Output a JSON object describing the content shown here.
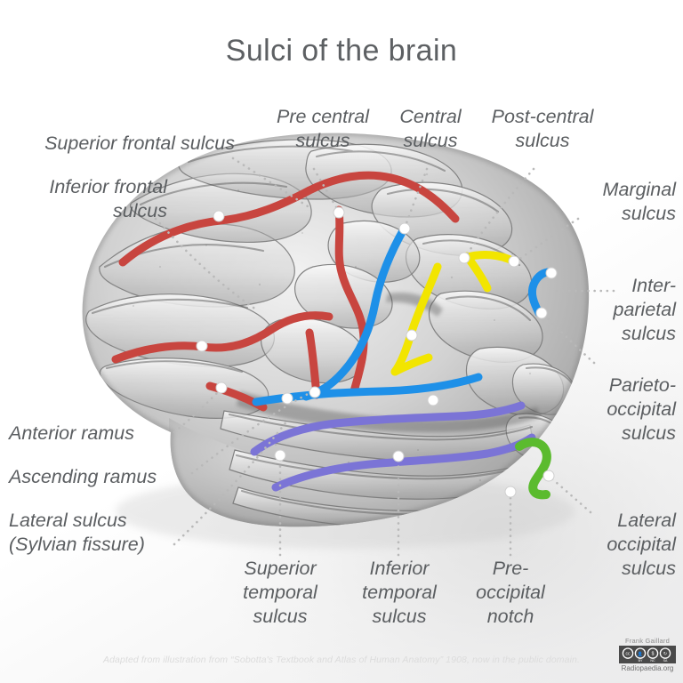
{
  "page": {
    "title": "Sulci of the brain",
    "footer": "Adapted from illustration from “Sobotta's Textbook and Atlas of Human Anatomy” 1908, now in the public domain.",
    "background_color": "#ffffff",
    "text_color": "#5b5e61",
    "title_color": "#5d6063"
  },
  "credit": {
    "author": "Frank Gaillard",
    "site": "Radiopaedia.org",
    "license": "CC BY-NC-SA",
    "license_icons": [
      "cc",
      "by",
      "nc",
      "sa"
    ]
  },
  "figure": {
    "subject": "human brain lateral view",
    "style": "grayscale anatomical illustration",
    "view": "left lateral surface, frontal pole at left, occipital pole at right"
  },
  "legend_colors": {
    "red": "#c8453f",
    "blue": "#1e90e8",
    "yellow": "#f2e500",
    "purple": "#7b74d6",
    "green": "#5bbb2e",
    "marker": "#ffffff",
    "leader": "#b9b9b9"
  },
  "labels": [
    {
      "id": "superior-frontal-sulcus",
      "text": "Superior frontal sulcus",
      "align": "right",
      "color": "#c8453f"
    },
    {
      "id": "inferior-frontal-sulcus",
      "text": "Inferior frontal\nsulcus",
      "align": "right",
      "color": "#c8453f"
    },
    {
      "id": "pre-central-sulcus",
      "text": "Pre central\nsulcus",
      "align": "center",
      "color": "#c8453f"
    },
    {
      "id": "central-sulcus",
      "text": "Central\nsulcus",
      "align": "center",
      "color": "#1e90e8"
    },
    {
      "id": "post-central-sulcus",
      "text": "Post-central\nsulcus",
      "align": "center",
      "color": "#f2e500"
    },
    {
      "id": "marginal-sulcus",
      "text": "Marginal\nsulcus",
      "align": "right",
      "color": "#f2e500"
    },
    {
      "id": "inter-parietal-sulcus",
      "text": "Inter-\nparietal\nsulcus",
      "align": "right",
      "color": "#1e90e8"
    },
    {
      "id": "parieto-occipital-sulcus",
      "text": "Parieto-\noccipital\nsulcus",
      "align": "right",
      "color": "#1e90e8"
    },
    {
      "id": "lateral-occipital-sulcus",
      "text": "Lateral\noccipital\nsulcus",
      "align": "right",
      "color": "#5bbb2e"
    },
    {
      "id": "anterior-ramus",
      "text": "Anterior ramus",
      "align": "left",
      "color": "#c8453f"
    },
    {
      "id": "ascending-ramus",
      "text": "Ascending ramus",
      "align": "left",
      "color": "#c8453f"
    },
    {
      "id": "lateral-sulcus",
      "text": "Lateral sulcus\n(Sylvian fissure)",
      "align": "left",
      "color": "#1e90e8"
    },
    {
      "id": "superior-temporal-sulcus",
      "text": "Superior\ntemporal\nsulcus",
      "align": "center",
      "color": "#7b74d6"
    },
    {
      "id": "inferior-temporal-sulcus",
      "text": "Inferior\ntemporal\nsulcus",
      "align": "center",
      "color": "#7b74d6"
    },
    {
      "id": "pre-occipital-notch",
      "text": "Pre-\noccipital\nnotch",
      "align": "center",
      "color": "#7b74d6"
    }
  ]
}
